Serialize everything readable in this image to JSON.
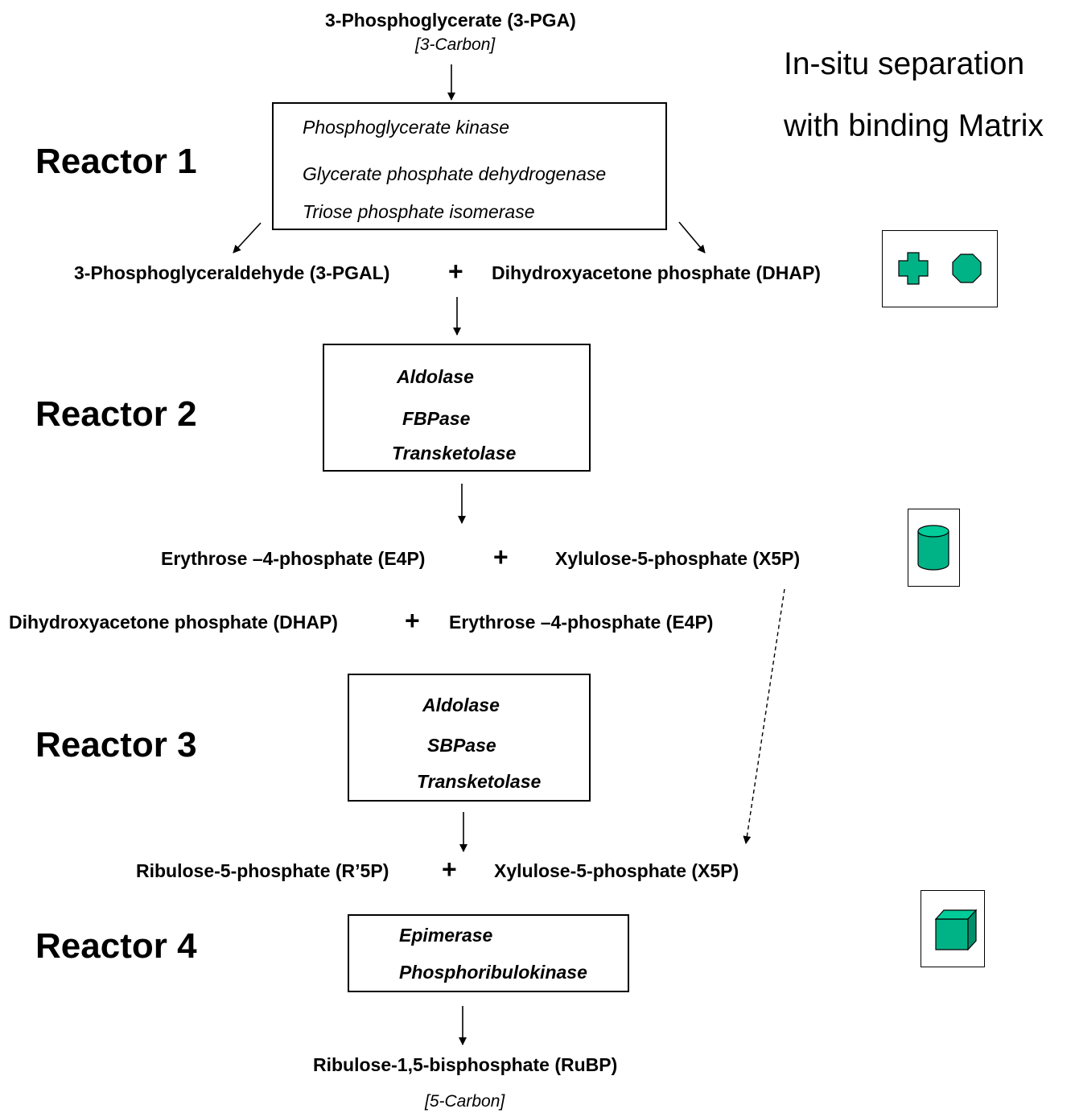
{
  "side_title": {
    "line1": "In-situ separation",
    "line2": "with binding Matrix"
  },
  "reactors": [
    {
      "label": "Reactor 1",
      "enzymes": [
        "Phosphoglycerate kinase",
        "Glycerate phosphate dehydrogenase",
        "Triose phosphate isomerase"
      ]
    },
    {
      "label": "Reactor 2",
      "enzymes": [
        "Aldolase",
        "FBPase",
        "Transketolase"
      ]
    },
    {
      "label": "Reactor 3",
      "enzymes": [
        "Aldolase",
        "SBPase",
        "Transketolase"
      ]
    },
    {
      "label": "Reactor 4",
      "enzymes": [
        "Epimerase",
        "Phosphoribulokinase"
      ]
    }
  ],
  "molecules": {
    "start": "3-Phosphoglycerate (3-PGA)",
    "start_note": "[3-Carbon]",
    "pgal": "3-Phosphoglyceraldehyde (3-PGAL)",
    "dhap": "Dihydroxyacetone phosphate (DHAP)",
    "e4p": "Erythrose –4-phosphate (E4P)",
    "x5p": "Xylulose-5-phosphate (X5P)",
    "dhap2": "Dihydroxyacetone phosphate (DHAP)",
    "e4p2": "Erythrose –4-phosphate (E4P)",
    "r5p": "Ribulose-5-phosphate (R’5P)",
    "x5p2": "Xylulose-5-phosphate (X5P)",
    "end": "Ribulose-1,5-bisphosphate (RuBP)",
    "end_note": "[5-Carbon]"
  },
  "plus_symbol": "+",
  "matrix_icons": [
    {
      "icons": [
        "cross-icon",
        "octagon-icon"
      ],
      "color": "#00b386"
    },
    {
      "icons": [
        "cylinder-icon"
      ],
      "color": "#00b386"
    },
    {
      "icons": [
        "cube-icon"
      ],
      "color": "#00b386"
    }
  ]
}
